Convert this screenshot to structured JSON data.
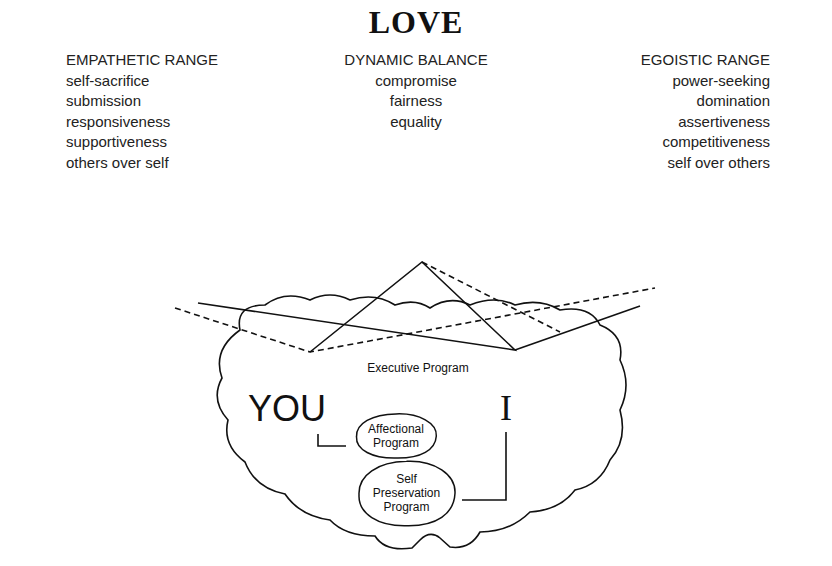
{
  "diagram": {
    "title": "LOVE",
    "nodes": [
      {
        "text": [
          "YOU",
          "Executive Program",
          "I"
        ]
      },
      {
        "text": [
          "Affectional Program"
        ],
        "in": 0
      },
      {
        "text": [
          "Self Preservation Program"
        ],
        "in": 0
      }
    ],
    "labels": [
      "EMPATHETIC RANGE",
      "self-sacrifice",
      "submission",
      "responsiveness",
      "supportiveness",
      "others over self",
      "DYNAMIC BALANCE",
      "compromise",
      "fairness",
      "equality",
      "EGOISTIC RANGE",
      "power-seeking",
      "domination",
      "assertiveness",
      "competitiveness",
      "self over others"
    ]
  }
}
